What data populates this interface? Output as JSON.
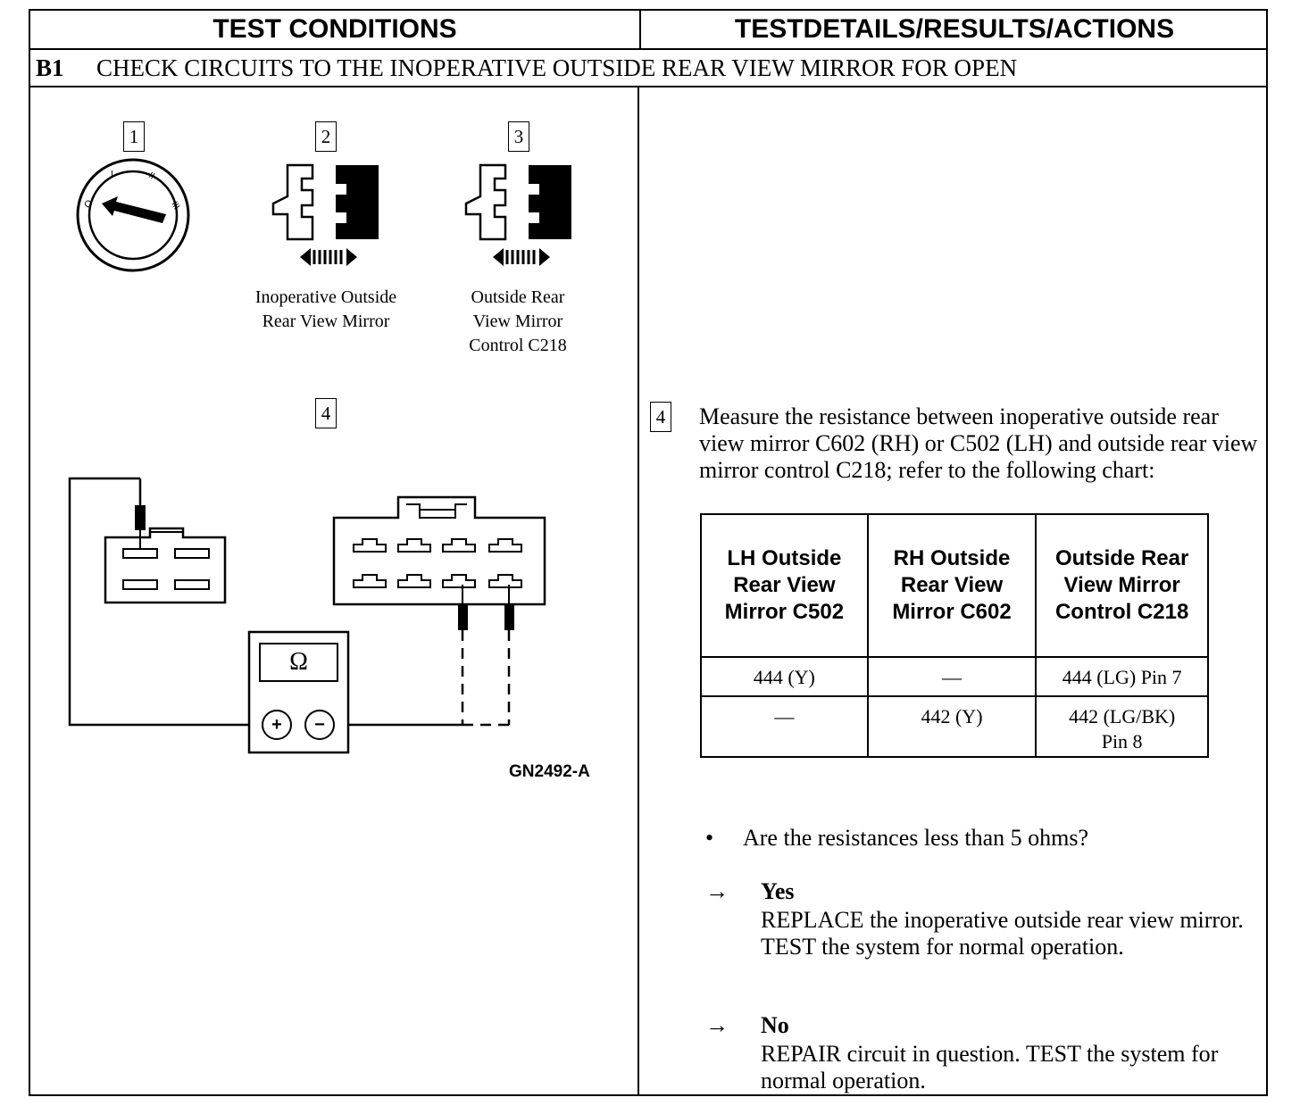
{
  "header": {
    "left": "TEST CONDITIONS",
    "right": "TESTDETAILS/RESULTS/ACTIONS"
  },
  "step": {
    "id": "B1",
    "title": "CHECK CIRCUITS TO THE INOPERATIVE OUTSIDE REAR VIEW MIRROR FOR OPEN"
  },
  "figures": {
    "item1": "1",
    "item2": "2",
    "item3": "3",
    "item4": "4",
    "caption2_line1": "Inoperative Outside",
    "caption2_line2": "Rear View Mirror",
    "caption3_line1": "Outside Rear",
    "caption3_line2": "View Mirror",
    "caption3_line3": "Control C218",
    "ohm_symbol": "Ω",
    "plus": "+",
    "minus": "−",
    "figure_id": "GN2492-A"
  },
  "details": {
    "step_num": "4",
    "instruction": "Measure the resistance between inoperative outside rear view mirror C602 (RH) or C502 (LH) and outside rear view mirror control C218; refer to the following chart:",
    "chart": {
      "headers": [
        "LH Outside Rear View Mirror C502",
        "RH Outside Rear View Mirror C602",
        "Outside Rear View Mirror Control C218"
      ],
      "rows": [
        [
          "444 (Y)",
          "—",
          "444 (LG) Pin 7"
        ],
        [
          "—",
          "442 (Y)",
          "442 (LG/BK) Pin 8"
        ]
      ]
    },
    "bullet": "•",
    "question": "Are the resistances less than 5 ohms?",
    "arrow": "→",
    "yes_label": "Yes",
    "yes_text": "REPLACE the inoperative outside rear view mirror. TEST the system for normal operation.",
    "no_label": "No",
    "no_text": "REPAIR circuit in question. TEST the system for normal operation."
  }
}
